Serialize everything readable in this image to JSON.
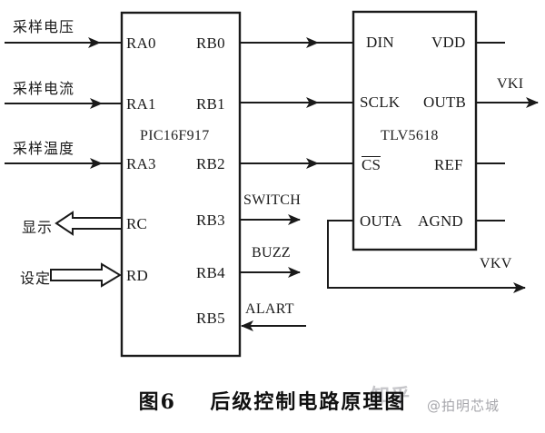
{
  "figure": {
    "caption": "图6  后级控制电路原理图",
    "caption_number": "图6",
    "caption_text": "后级控制电路原理图"
  },
  "watermarks": {
    "zhihu": "知乎",
    "brand": "@拍明芯城"
  },
  "mcu": {
    "name": "PIC16F917",
    "left_pins": [
      {
        "id": "ra0",
        "label": "RA0"
      },
      {
        "id": "ra1",
        "label": "RA1"
      },
      {
        "id": "ra3",
        "label": "RA3"
      },
      {
        "id": "rc",
        "label": "RC"
      },
      {
        "id": "rd",
        "label": "RD"
      }
    ],
    "right_pins": [
      {
        "id": "rb0",
        "label": "RB0"
      },
      {
        "id": "rb1",
        "label": "RB1"
      },
      {
        "id": "rb2",
        "label": "RB2"
      },
      {
        "id": "rb3",
        "label": "RB3"
      },
      {
        "id": "rb4",
        "label": "RB4"
      },
      {
        "id": "rb5",
        "label": "RB5"
      }
    ]
  },
  "dac": {
    "name": "TLV5618",
    "left_pins": [
      {
        "id": "din",
        "label": "DIN"
      },
      {
        "id": "sclk",
        "label": "SCLK"
      },
      {
        "id": "cs",
        "label": "CS",
        "overline": true
      },
      {
        "id": "outa",
        "label": "OUTA"
      }
    ],
    "right_pins": [
      {
        "id": "vdd",
        "label": "VDD"
      },
      {
        "id": "outb",
        "label": "OUTB"
      },
      {
        "id": "ref",
        "label": "REF"
      },
      {
        "id": "agnd",
        "label": "AGND"
      }
    ]
  },
  "inputs": [
    {
      "id": "sample-voltage",
      "label": "采样电压"
    },
    {
      "id": "sample-current",
      "label": "采样电流"
    },
    {
      "id": "sample-temperature",
      "label": "采样温度"
    }
  ],
  "io": [
    {
      "id": "display",
      "label": "显示",
      "direction": "out"
    },
    {
      "id": "setting",
      "label": "设定",
      "direction": "in"
    }
  ],
  "signals": [
    {
      "id": "switch",
      "label": "SWITCH",
      "direction": "out"
    },
    {
      "id": "buzz",
      "label": "BUZZ",
      "direction": "out"
    },
    {
      "id": "alart",
      "label": "ALART",
      "direction": "in"
    }
  ],
  "outputs": [
    {
      "id": "vki",
      "label": "VKI"
    },
    {
      "id": "vkv",
      "label": "VKV"
    }
  ],
  "colors": {
    "line": "#1a1a1a",
    "background": "#ffffff",
    "text": "#181818"
  }
}
